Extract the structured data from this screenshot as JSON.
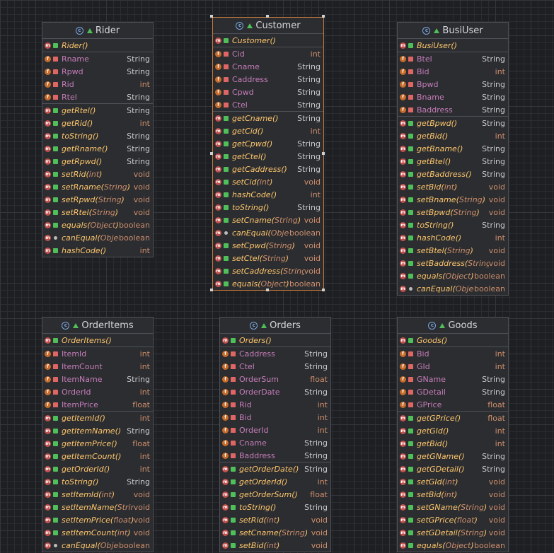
{
  "colors": {
    "canvas": "#1e1f22",
    "box": "#2b2d30",
    "field": "#c77dbb",
    "method": "#ffc66d",
    "type_ref": "#c8c9cc",
    "type_num": "#cf8e6d",
    "selection": "#c77a3c"
  },
  "classes": [
    {
      "id": "Rider",
      "name": "Rider",
      "icon": "class-icon",
      "members": [
        {
          "kind": "ctor",
          "vis": "public",
          "name": "Rider",
          "params": "",
          "type": ""
        },
        {
          "kind": "field",
          "vis": "private",
          "name": "Rname",
          "type": "String"
        },
        {
          "kind": "field",
          "vis": "private",
          "name": "Rpwd",
          "type": "String"
        },
        {
          "kind": "field",
          "vis": "private",
          "name": "Rid",
          "type": "int"
        },
        {
          "kind": "field",
          "vis": "private",
          "name": "Rtel",
          "type": "String"
        },
        {
          "kind": "method",
          "vis": "public",
          "name": "getRtel",
          "params": "",
          "type": "String"
        },
        {
          "kind": "method",
          "vis": "public",
          "name": "getRid",
          "params": "",
          "type": "int"
        },
        {
          "kind": "method",
          "vis": "public",
          "name": "toString",
          "params": "",
          "type": "String"
        },
        {
          "kind": "method",
          "vis": "public",
          "name": "getRname",
          "params": "",
          "type": "String"
        },
        {
          "kind": "method",
          "vis": "public",
          "name": "getRpwd",
          "params": "",
          "type": "String"
        },
        {
          "kind": "method",
          "vis": "public",
          "name": "setRid",
          "params": "int",
          "type": "void"
        },
        {
          "kind": "method",
          "vis": "public",
          "name": "setRname",
          "params": "String",
          "type": "void"
        },
        {
          "kind": "method",
          "vis": "public",
          "name": "setRpwd",
          "params": "String",
          "type": "void"
        },
        {
          "kind": "method",
          "vis": "public",
          "name": "setRtel",
          "params": "String",
          "type": "void"
        },
        {
          "kind": "method",
          "vis": "public",
          "name": "equals",
          "params": "Object",
          "type": "boolean"
        },
        {
          "kind": "method",
          "vis": "package",
          "name": "canEqual",
          "params": "Object",
          "type": "boolean"
        },
        {
          "kind": "method",
          "vis": "public",
          "name": "hashCode",
          "params": "",
          "type": "int"
        }
      ]
    },
    {
      "id": "Customer",
      "name": "Customer",
      "icon": "class-icon",
      "selected": true,
      "members": [
        {
          "kind": "ctor",
          "vis": "public",
          "name": "Customer",
          "params": "",
          "type": ""
        },
        {
          "kind": "field",
          "vis": "private",
          "name": "Cid",
          "type": "int"
        },
        {
          "kind": "field",
          "vis": "private",
          "name": "Cname",
          "type": "String"
        },
        {
          "kind": "field",
          "vis": "private",
          "name": "Caddress",
          "type": "String"
        },
        {
          "kind": "field",
          "vis": "private",
          "name": "Cpwd",
          "type": "String"
        },
        {
          "kind": "field",
          "vis": "private",
          "name": "Ctel",
          "type": "String"
        },
        {
          "kind": "method",
          "vis": "public",
          "name": "getCname",
          "params": "",
          "type": "String"
        },
        {
          "kind": "method",
          "vis": "public",
          "name": "getCid",
          "params": "",
          "type": "int"
        },
        {
          "kind": "method",
          "vis": "public",
          "name": "getCpwd",
          "params": "",
          "type": "String"
        },
        {
          "kind": "method",
          "vis": "public",
          "name": "getCtel",
          "params": "",
          "type": "String"
        },
        {
          "kind": "method",
          "vis": "public",
          "name": "getCaddress",
          "params": "",
          "type": "String"
        },
        {
          "kind": "method",
          "vis": "public",
          "name": "setCid",
          "params": "int",
          "type": "void"
        },
        {
          "kind": "method",
          "vis": "public",
          "name": "hashCode",
          "params": "",
          "type": "int"
        },
        {
          "kind": "method",
          "vis": "public",
          "name": "toString",
          "params": "",
          "type": "String"
        },
        {
          "kind": "method",
          "vis": "public",
          "name": "setCname",
          "params": "String",
          "type": "void"
        },
        {
          "kind": "method",
          "vis": "package",
          "name": "canEqual",
          "params": "Object",
          "type": "boolean"
        },
        {
          "kind": "method",
          "vis": "public",
          "name": "setCpwd",
          "params": "String",
          "type": "void"
        },
        {
          "kind": "method",
          "vis": "public",
          "name": "setCtel",
          "params": "String",
          "type": "void"
        },
        {
          "kind": "method",
          "vis": "public",
          "name": "setCaddress",
          "params": "String",
          "type": "void"
        },
        {
          "kind": "method",
          "vis": "public",
          "name": "equals",
          "params": "Object",
          "type": "boolean"
        }
      ]
    },
    {
      "id": "BusiUser",
      "name": "BusiUser",
      "icon": "class-icon",
      "members": [
        {
          "kind": "ctor",
          "vis": "public",
          "name": "BusiUser",
          "params": "",
          "type": ""
        },
        {
          "kind": "field",
          "vis": "private",
          "name": "Btel",
          "type": "String"
        },
        {
          "kind": "field",
          "vis": "private",
          "name": "Bid",
          "type": "int"
        },
        {
          "kind": "field",
          "vis": "private",
          "name": "Bpwd",
          "type": "String"
        },
        {
          "kind": "field",
          "vis": "private",
          "name": "Bname",
          "type": "String"
        },
        {
          "kind": "field",
          "vis": "private",
          "name": "Baddress",
          "type": "String"
        },
        {
          "kind": "method",
          "vis": "public",
          "name": "getBpwd",
          "params": "",
          "type": "String"
        },
        {
          "kind": "method",
          "vis": "public",
          "name": "getBid",
          "params": "",
          "type": "int"
        },
        {
          "kind": "method",
          "vis": "public",
          "name": "getBname",
          "params": "",
          "type": "String"
        },
        {
          "kind": "method",
          "vis": "public",
          "name": "getBtel",
          "params": "",
          "type": "String"
        },
        {
          "kind": "method",
          "vis": "public",
          "name": "getBaddress",
          "params": "",
          "type": "String"
        },
        {
          "kind": "method",
          "vis": "public",
          "name": "setBid",
          "params": "int",
          "type": "void"
        },
        {
          "kind": "method",
          "vis": "public",
          "name": "setBname",
          "params": "String",
          "type": "void"
        },
        {
          "kind": "method",
          "vis": "public",
          "name": "setBpwd",
          "params": "String",
          "type": "void"
        },
        {
          "kind": "method",
          "vis": "public",
          "name": "toString",
          "params": "",
          "type": "String"
        },
        {
          "kind": "method",
          "vis": "public",
          "name": "hashCode",
          "params": "",
          "type": "int"
        },
        {
          "kind": "method",
          "vis": "public",
          "name": "setBtel",
          "params": "String",
          "type": "void"
        },
        {
          "kind": "method",
          "vis": "public",
          "name": "setBaddress",
          "params": "String",
          "type": "void"
        },
        {
          "kind": "method",
          "vis": "public",
          "name": "equals",
          "params": "Object",
          "type": "boolean"
        },
        {
          "kind": "method",
          "vis": "package",
          "name": "canEqual",
          "params": "Object",
          "type": "boolean"
        }
      ]
    },
    {
      "id": "OrderItems",
      "name": "OrderItems",
      "icon": "class-icon",
      "members": [
        {
          "kind": "ctor",
          "vis": "public",
          "name": "OrderItems",
          "params": "",
          "type": ""
        },
        {
          "kind": "field",
          "vis": "private",
          "name": "ItemId",
          "type": "int"
        },
        {
          "kind": "field",
          "vis": "private",
          "name": "ItemCount",
          "type": "int"
        },
        {
          "kind": "field",
          "vis": "private",
          "name": "ItemName",
          "type": "String"
        },
        {
          "kind": "field",
          "vis": "private",
          "name": "OrderId",
          "type": "int"
        },
        {
          "kind": "field",
          "vis": "private",
          "name": "ItemPrice",
          "type": "float"
        },
        {
          "kind": "method",
          "vis": "public",
          "name": "getItemId",
          "params": "",
          "type": "int"
        },
        {
          "kind": "method",
          "vis": "public",
          "name": "getItemName",
          "params": "",
          "type": "String"
        },
        {
          "kind": "method",
          "vis": "public",
          "name": "getItemPrice",
          "params": "",
          "type": "float"
        },
        {
          "kind": "method",
          "vis": "public",
          "name": "getItemCount",
          "params": "",
          "type": "int"
        },
        {
          "kind": "method",
          "vis": "public",
          "name": "getOrderId",
          "params": "",
          "type": "int"
        },
        {
          "kind": "method",
          "vis": "public",
          "name": "toString",
          "params": "",
          "type": "String"
        },
        {
          "kind": "method",
          "vis": "public",
          "name": "setItemId",
          "params": "int",
          "type": "void"
        },
        {
          "kind": "method",
          "vis": "public",
          "name": "setItemName",
          "params": "String",
          "type": "void"
        },
        {
          "kind": "method",
          "vis": "public",
          "name": "setItemPrice",
          "params": "float",
          "type": "void"
        },
        {
          "kind": "method",
          "vis": "public",
          "name": "setItemCount",
          "params": "int",
          "type": "void"
        },
        {
          "kind": "method",
          "vis": "package",
          "name": "canEqual",
          "params": "Object",
          "type": "boolean"
        }
      ]
    },
    {
      "id": "Orders",
      "name": "Orders",
      "icon": "class-icon",
      "members": [
        {
          "kind": "ctor",
          "vis": "public",
          "name": "Orders",
          "params": "",
          "type": ""
        },
        {
          "kind": "field",
          "vis": "private",
          "name": "Caddress",
          "type": "String"
        },
        {
          "kind": "field",
          "vis": "private",
          "name": "Ctel",
          "type": "String"
        },
        {
          "kind": "field",
          "vis": "private",
          "name": "OrderSum",
          "type": "float"
        },
        {
          "kind": "field",
          "vis": "private",
          "name": "OrderDate",
          "type": "String"
        },
        {
          "kind": "field",
          "vis": "private",
          "name": "Rid",
          "type": "int"
        },
        {
          "kind": "field",
          "vis": "private",
          "name": "Bid",
          "type": "int"
        },
        {
          "kind": "field",
          "vis": "private",
          "name": "OrderId",
          "type": "int"
        },
        {
          "kind": "field",
          "vis": "private",
          "name": "Cname",
          "type": "String"
        },
        {
          "kind": "field",
          "vis": "private",
          "name": "Baddress",
          "type": "String"
        },
        {
          "kind": "method",
          "vis": "public",
          "name": "getOrderDate",
          "params": "",
          "type": "String"
        },
        {
          "kind": "method",
          "vis": "public",
          "name": "getOrderId",
          "params": "",
          "type": "int"
        },
        {
          "kind": "method",
          "vis": "public",
          "name": "getOrderSum",
          "params": "",
          "type": "float"
        },
        {
          "kind": "method",
          "vis": "public",
          "name": "toString",
          "params": "",
          "type": "String"
        },
        {
          "kind": "method",
          "vis": "public",
          "name": "setRid",
          "params": "int",
          "type": "void"
        },
        {
          "kind": "method",
          "vis": "public",
          "name": "setCname",
          "params": "String",
          "type": "void"
        },
        {
          "kind": "method",
          "vis": "public",
          "name": "setBid",
          "params": "int",
          "type": "void"
        }
      ]
    },
    {
      "id": "Goods",
      "name": "Goods",
      "icon": "class-icon",
      "members": [
        {
          "kind": "ctor",
          "vis": "public",
          "name": "Goods",
          "params": "",
          "type": ""
        },
        {
          "kind": "field",
          "vis": "private",
          "name": "Bid",
          "type": "int"
        },
        {
          "kind": "field",
          "vis": "private",
          "name": "GId",
          "type": "int"
        },
        {
          "kind": "field",
          "vis": "private",
          "name": "GName",
          "type": "String"
        },
        {
          "kind": "field",
          "vis": "private",
          "name": "GDetail",
          "type": "String"
        },
        {
          "kind": "field",
          "vis": "private",
          "name": "GPrice",
          "type": "float"
        },
        {
          "kind": "method",
          "vis": "public",
          "name": "getGPrice",
          "params": "",
          "type": "float"
        },
        {
          "kind": "method",
          "vis": "public",
          "name": "getGId",
          "params": "",
          "type": "int"
        },
        {
          "kind": "method",
          "vis": "public",
          "name": "getBid",
          "params": "",
          "type": "int"
        },
        {
          "kind": "method",
          "vis": "public",
          "name": "getGName",
          "params": "",
          "type": "String"
        },
        {
          "kind": "method",
          "vis": "public",
          "name": "getGDetail",
          "params": "",
          "type": "String"
        },
        {
          "kind": "method",
          "vis": "public",
          "name": "setGId",
          "params": "int",
          "type": "void"
        },
        {
          "kind": "method",
          "vis": "public",
          "name": "setBid",
          "params": "int",
          "type": "void"
        },
        {
          "kind": "method",
          "vis": "public",
          "name": "setGName",
          "params": "String",
          "type": "void"
        },
        {
          "kind": "method",
          "vis": "public",
          "name": "setGPrice",
          "params": "float",
          "type": "void"
        },
        {
          "kind": "method",
          "vis": "public",
          "name": "setGDetail",
          "params": "String",
          "type": "void"
        },
        {
          "kind": "method",
          "vis": "public",
          "name": "equals",
          "params": "Object",
          "type": "boolean"
        }
      ]
    }
  ]
}
